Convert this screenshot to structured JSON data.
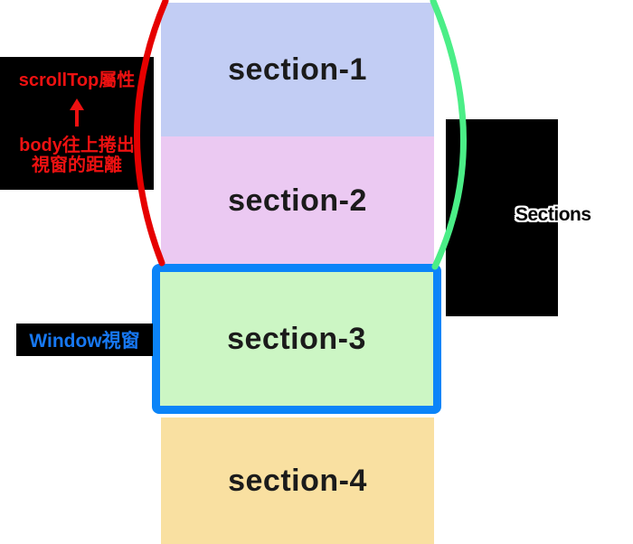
{
  "sections": [
    {
      "label": "section-1",
      "color": "#c2cdf4"
    },
    {
      "label": "section-2",
      "color": "#ebc9f2"
    },
    {
      "label": "section-3",
      "color": "#ccf6c4"
    },
    {
      "label": "section-4",
      "color": "#f9e0a1"
    }
  ],
  "annotations": {
    "scrolltop": {
      "line1": "scrollTop屬性",
      "line2": "body往上捲出",
      "line3": "視窗的距離",
      "text_color": "#ee1111"
    },
    "window_label": {
      "text": "Window視窗",
      "text_color": "#1778f2"
    },
    "right_label": {
      "text": "Sections"
    }
  },
  "colors": {
    "viewport_border": "#0b84f8",
    "left_brace": "#e60000",
    "right_brace": "#4bee87",
    "annotation_background": "#000000"
  }
}
